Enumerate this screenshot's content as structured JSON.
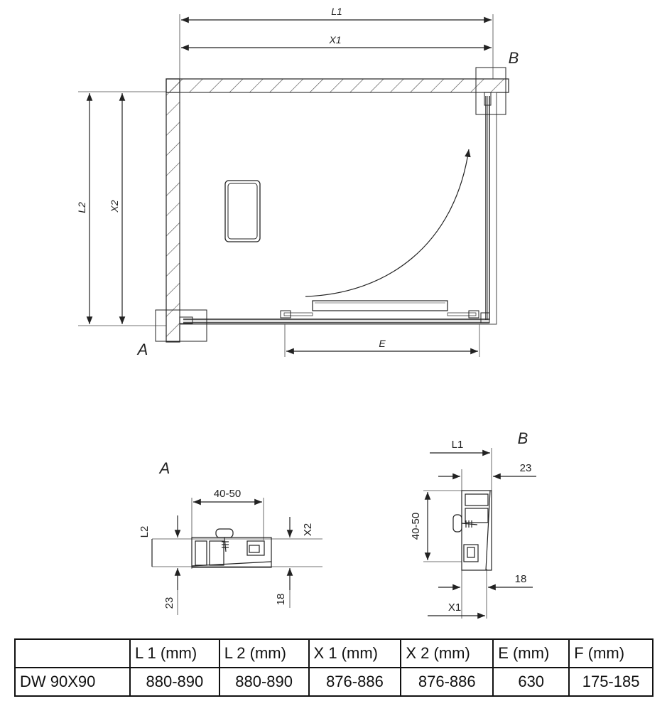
{
  "main_plan": {
    "dimension_labels": {
      "l1": "L1",
      "x1": "X1",
      "l2": "L2",
      "x2": "X2",
      "e": "E"
    },
    "detail_markers": {
      "a": "A",
      "b": "B"
    }
  },
  "detail_a": {
    "title": "A",
    "dim_width": "40-50",
    "dim_l2": "L2",
    "dim_x2": "X2",
    "dim_23": "23",
    "dim_18": "18"
  },
  "detail_b": {
    "title": "B",
    "dim_l1": "L1",
    "dim_23": "23",
    "dim_height": "40-50",
    "dim_18": "18",
    "dim_x1": "X1"
  },
  "spec_table": {
    "headers": [
      "",
      "L 1 (mm)",
      "L 2 (mm)",
      "X 1 (mm)",
      "X 2 (mm)",
      "E  (mm)",
      "F  (mm)"
    ],
    "rows": [
      [
        "DW 90X90",
        "880-890",
        "880-890",
        "876-886",
        "876-886",
        "630",
        "175-185"
      ]
    ]
  },
  "colors": {
    "line": "#222222",
    "dim_line": "#333333",
    "hatch": "#444444"
  }
}
